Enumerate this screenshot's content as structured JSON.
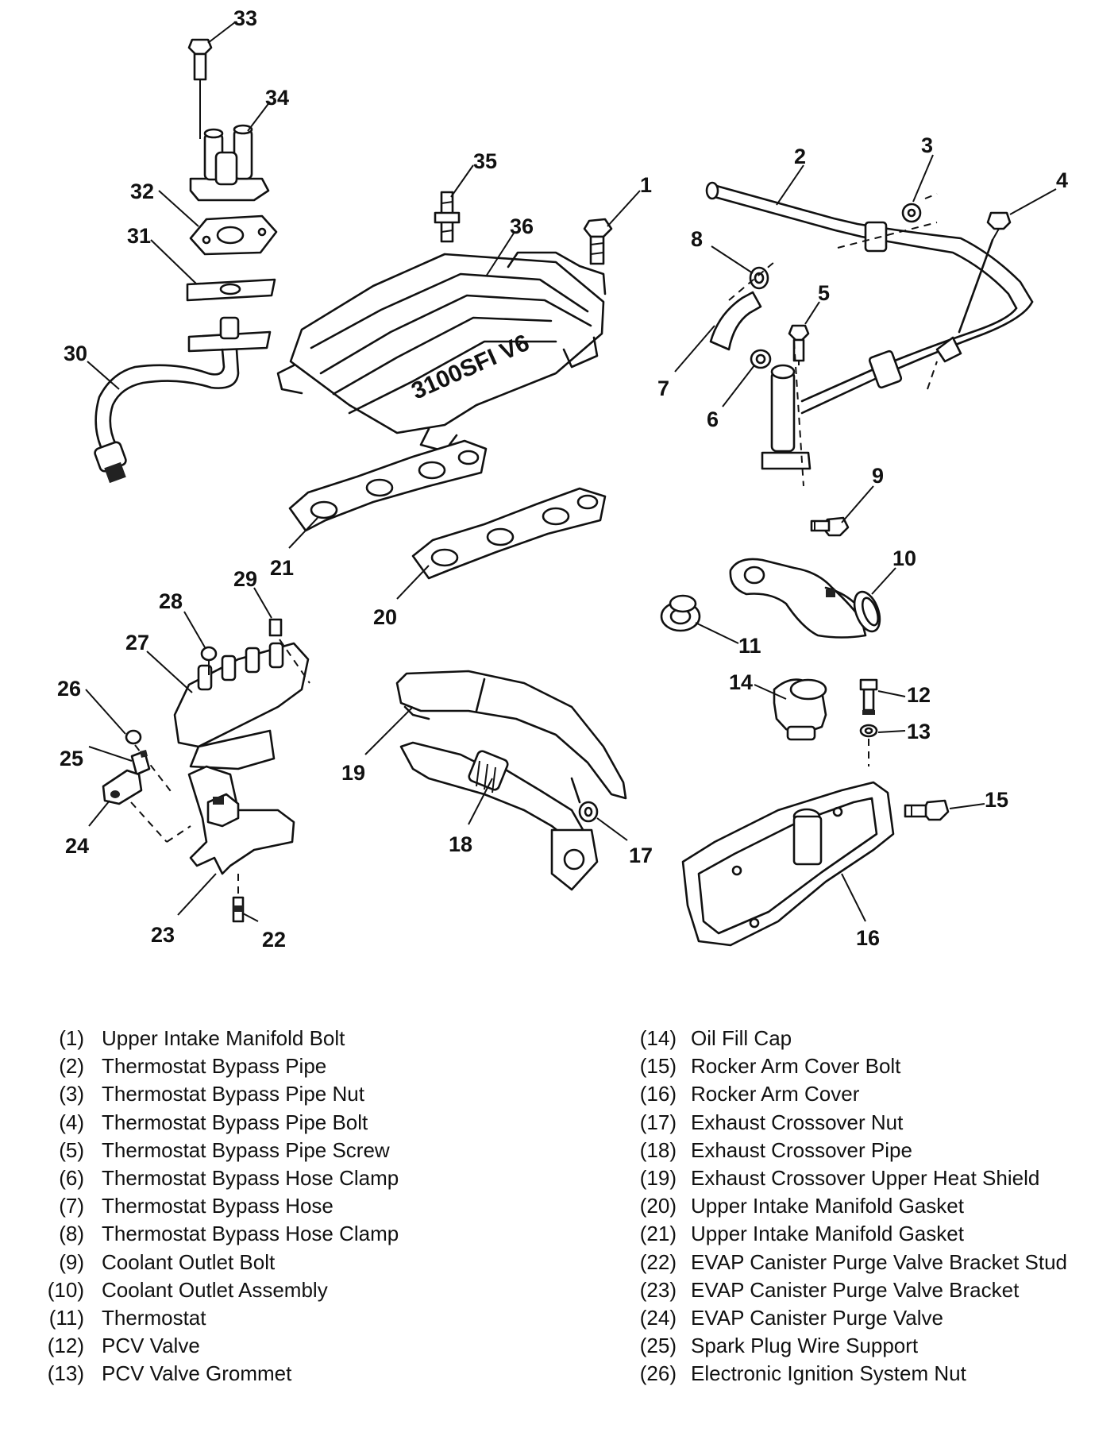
{
  "callouts": [
    "1",
    "2",
    "3",
    "4",
    "5",
    "6",
    "7",
    "8",
    "9",
    "10",
    "11",
    "12",
    "13",
    "14",
    "15",
    "16",
    "17",
    "18",
    "19",
    "20",
    "21",
    "22",
    "23",
    "24",
    "25",
    "26",
    "27",
    "28",
    "29",
    "30",
    "31",
    "32",
    "33",
    "34",
    "35",
    "36"
  ],
  "manifold_marking": "3100SFI V6",
  "legend": {
    "left": [
      {
        "num": "(1)",
        "label": "Upper Intake Manifold Bolt"
      },
      {
        "num": "(2)",
        "label": "Thermostat Bypass Pipe"
      },
      {
        "num": "(3)",
        "label": "Thermostat Bypass Pipe Nut"
      },
      {
        "num": "(4)",
        "label": "Thermostat Bypass Pipe Bolt"
      },
      {
        "num": "(5)",
        "label": "Thermostat Bypass Pipe Screw"
      },
      {
        "num": "(6)",
        "label": "Thermostat Bypass Hose Clamp"
      },
      {
        "num": "(7)",
        "label": "Thermostat Bypass Hose"
      },
      {
        "num": "(8)",
        "label": "Thermostat Bypass Hose Clamp"
      },
      {
        "num": "(9)",
        "label": "Coolant Outlet Bolt"
      },
      {
        "num": "(10)",
        "label": "Coolant Outlet Assembly"
      },
      {
        "num": "(11)",
        "label": "Thermostat"
      },
      {
        "num": "(12)",
        "label": "PCV Valve"
      },
      {
        "num": "(13)",
        "label": "PCV Valve Grommet"
      }
    ],
    "right": [
      {
        "num": "(14)",
        "label": "Oil Fill Cap"
      },
      {
        "num": "(15)",
        "label": "Rocker Arm Cover Bolt"
      },
      {
        "num": "(16)",
        "label": "Rocker Arm Cover"
      },
      {
        "num": "(17)",
        "label": "Exhaust Crossover Nut"
      },
      {
        "num": "(18)",
        "label": "Exhaust Crossover Pipe"
      },
      {
        "num": "(19)",
        "label": "Exhaust Crossover Upper Heat Shield"
      },
      {
        "num": "(20)",
        "label": "Upper Intake Manifold Gasket"
      },
      {
        "num": "(21)",
        "label": "Upper Intake Manifold Gasket"
      },
      {
        "num": "(22)",
        "label": "EVAP Canister Purge Valve Bracket Stud"
      },
      {
        "num": "(23)",
        "label": "EVAP Canister Purge Valve Bracket"
      },
      {
        "num": "(24)",
        "label": "EVAP Canister Purge Valve"
      },
      {
        "num": "(25)",
        "label": "Spark Plug Wire Support"
      },
      {
        "num": "(26)",
        "label": "Electronic Ignition System Nut"
      }
    ]
  }
}
